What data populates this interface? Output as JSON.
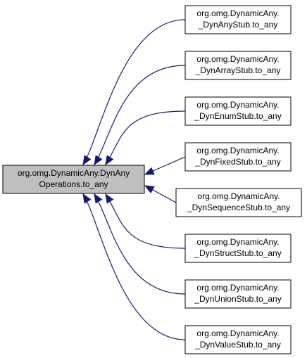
{
  "colors": {
    "main_node_fill": "#bfbfbf",
    "node_fill": "#ffffff",
    "node_border": "#000000",
    "edge": "#191970"
  },
  "diagram": {
    "main_node": {
      "line1": "org.omg.DynamicAny.DynAny",
      "line2": "Operations.to_any"
    },
    "callers": [
      {
        "line1": "org.omg.DynamicAny.",
        "line2": "_DynAnyStub.to_any"
      },
      {
        "line1": "org.omg.DynamicAny.",
        "line2": "_DynArrayStub.to_any"
      },
      {
        "line1": "org.omg.DynamicAny.",
        "line2": "_DynEnumStub.to_any"
      },
      {
        "line1": "org.omg.DynamicAny.",
        "line2": "_DynFixedStub.to_any"
      },
      {
        "line1": "org.omg.DynamicAny.",
        "line2": "_DynSequenceStub.to_any"
      },
      {
        "line1": "org.omg.DynamicAny.",
        "line2": "_DynStructStub.to_any"
      },
      {
        "line1": "org.omg.DynamicAny.",
        "line2": "_DynUnionStub.to_any"
      },
      {
        "line1": "org.omg.DynamicAny.",
        "line2": "_DynValueStub.to_any"
      }
    ]
  }
}
